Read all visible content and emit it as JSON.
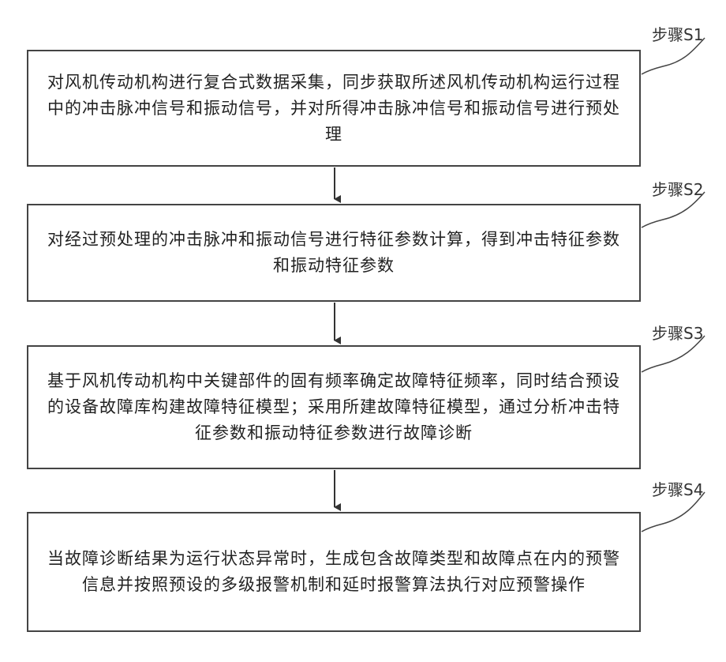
{
  "steps": [
    {
      "label": "步骤S1",
      "text": "对风机传动机构进行复合式数据采集，同步获取所述风机传动机构运行过程中的冲击脉冲信号和振动信号，并对所得冲击脉冲信号和振动信号进行预处理"
    },
    {
      "label": "步骤S2",
      "text": "对经过预处理的冲击脉冲和振动信号进行特征参数计算，得到冲击特征参数和振动特征参数"
    },
    {
      "label": "步骤S3",
      "text": "基于风机传动机构中关键部件的固有频率确定故障特征频率，同时结合预设的设备故障库构建故障特征模型；采用所建故障特征模型，通过分析冲击特征参数和振动特征参数进行故障诊断"
    },
    {
      "label": "步骤S4",
      "text": "当故障诊断结果为运行状态异常时，生成包含故障类型和故障点在内的预警信息并按照预设的多级报警机制和延时报警算法执行对应预警操作"
    }
  ]
}
